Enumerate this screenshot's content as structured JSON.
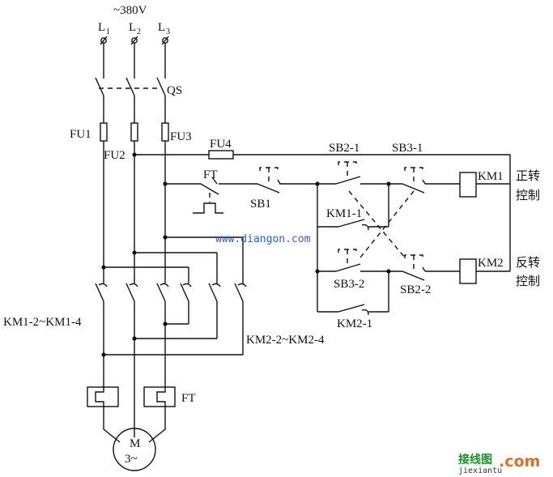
{
  "labels": {
    "voltage": "~380V",
    "l1": "L",
    "l1_sub": "1",
    "l2": "L",
    "l2_sub": "2",
    "l3": "L",
    "l3_sub": "3",
    "qs": "QS",
    "fu1": "FU1",
    "fu2": "FU2",
    "fu3": "FU3",
    "fu4": "FU4",
    "ft_switch": "FT",
    "sb1": "SB1",
    "sb2_1": "SB2-1",
    "sb3_1": "SB3-1",
    "km1_coil": "KM1",
    "forward_1": "正转",
    "forward_2": "控制",
    "km1_1": "KM1-1",
    "sb3_2": "SB3-2",
    "sb2_2": "SB2-2",
    "km2_coil": "KM2",
    "reverse_1": "反转",
    "reverse_2": "控制",
    "km2_1": "KM2-1",
    "km1_main": "KM1-2~KM1-4",
    "km2_main": "KM2-2~KM2-4",
    "ft_relay": "FT",
    "motor_m": "M",
    "motor_3": "3~"
  },
  "watermark": {
    "url": "www.diangon.com",
    "logo_cn": "接线图",
    "logo_dot_com": ".com",
    "logo_pinyin": "jiexiantu"
  },
  "colors": {
    "watermark_blue": "#2f5fd0",
    "logo_green": "#1a8f2a",
    "logo_orange": "#e0701c"
  }
}
